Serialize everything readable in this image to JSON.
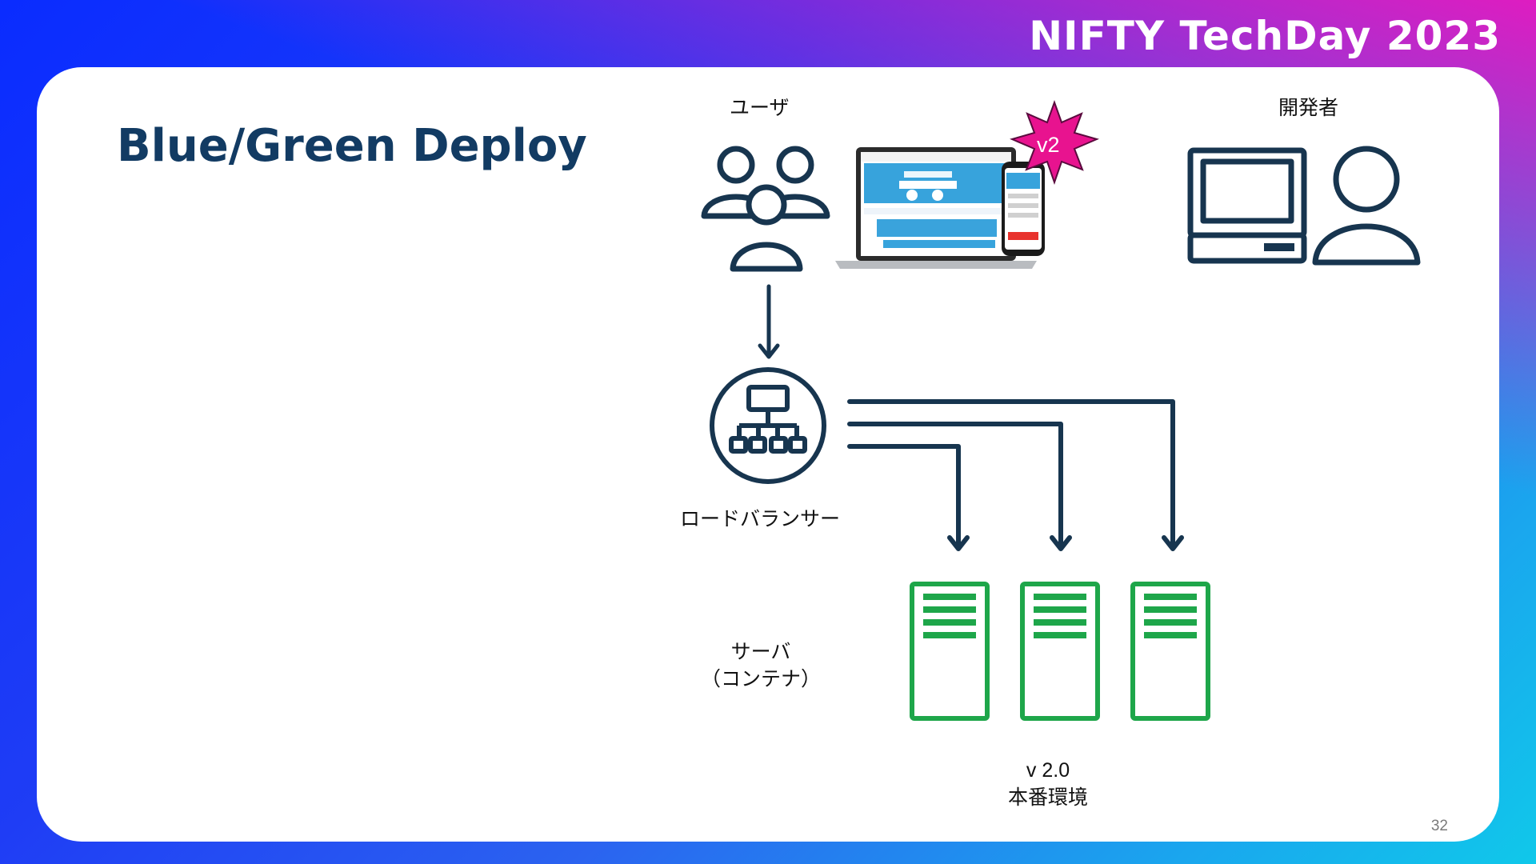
{
  "brand": "NIFTY TechDay 2023",
  "slide": {
    "title": "Blue/Green Deploy",
    "page_number": "32"
  },
  "diagram": {
    "user_label": "ユーザ",
    "developer_label": "開発者",
    "version_badge": "v2",
    "load_balancer_label": "ロードバランサー",
    "server_label_line1": "サーバ",
    "server_label_line2": "（コンテナ）",
    "env_version": "v 2.0",
    "env_name": "本番環境",
    "colors": {
      "icon_stroke": "#17354f",
      "server_green": "#1ea64a",
      "badge_magenta": "#e8138f",
      "title_navy": "#123b63"
    }
  }
}
